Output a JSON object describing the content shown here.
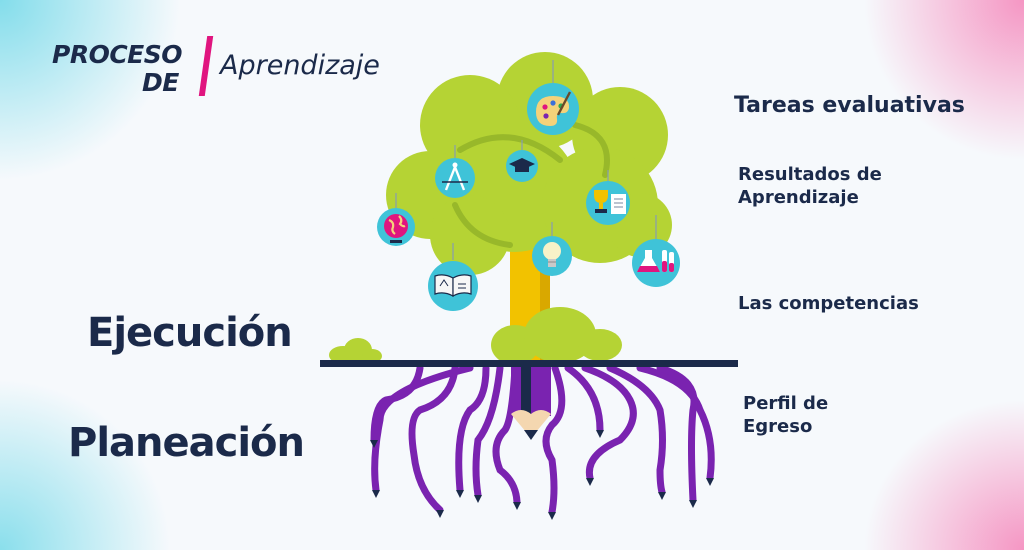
{
  "title": {
    "line1": "PROCESO",
    "line2": "DE",
    "subtitle": "Aprendizaje"
  },
  "levels": {
    "upper": "Ejecución",
    "lower": "Planeación"
  },
  "side_labels": {
    "tareas": "Tareas evaluativas",
    "resultados": "Resultados de Aprendizaje",
    "competencias": "Las competencias",
    "perfil": "Perfil de Egreso"
  },
  "icons": [
    "palette-icon",
    "graduation-cap-icon",
    "compass-icon",
    "trophy-certificate-icon",
    "globe-icon",
    "lightbulb-icon",
    "book-icon",
    "lab-flasks-icon"
  ],
  "colors": {
    "navy": "#1b2a4a",
    "magenta": "#e0157f",
    "foliage": "#b5d334",
    "trunk": "#f2c200",
    "roots": "#7a23b0",
    "icon_circle": "#3fc3d8"
  }
}
